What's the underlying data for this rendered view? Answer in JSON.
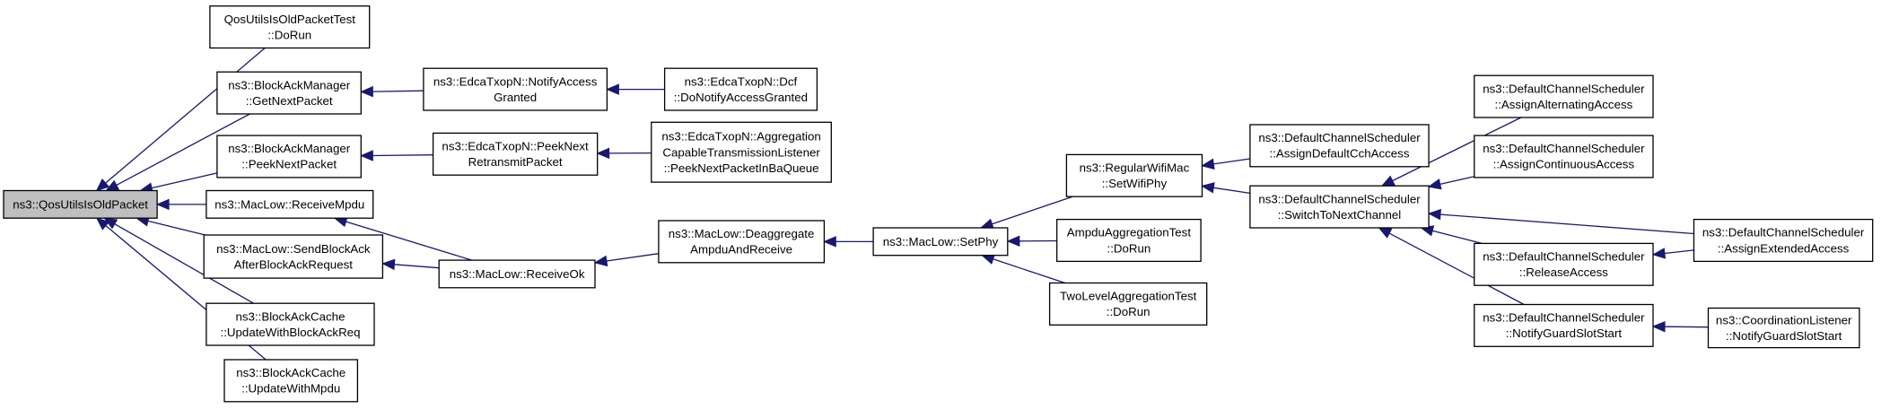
{
  "colors": {
    "edge": "#191970",
    "root_fill": "#bfbfbf",
    "node_fill": "#ffffff",
    "border": "#000000"
  },
  "nodes": [
    {
      "id": "root",
      "lines": [
        "ns3::QosUtilsIsOldPacket"
      ],
      "root": true
    },
    {
      "id": "qosold",
      "lines": [
        "QosUtilsIsOldPacketTest",
        "::DoRun"
      ]
    },
    {
      "id": "bam_getnext",
      "lines": [
        "ns3::BlockAckManager",
        "::GetNextPacket"
      ]
    },
    {
      "id": "bam_peeknext",
      "lines": [
        "ns3::BlockAckManager",
        "::PeekNextPacket"
      ]
    },
    {
      "id": "ml_recvmpdu",
      "lines": [
        "ns3::MacLow::ReceiveMpdu"
      ]
    },
    {
      "id": "ml_sendbar",
      "lines": [
        "ns3::MacLow::SendBlockAck",
        "AfterBlockAckRequest"
      ]
    },
    {
      "id": "bac_bar",
      "lines": [
        "ns3::BlockAckCache",
        "::UpdateWithBlockAckReq"
      ]
    },
    {
      "id": "bac_mpdu",
      "lines": [
        "ns3::BlockAckCache",
        "::UpdateWithMpdu"
      ]
    },
    {
      "id": "edca_notify",
      "lines": [
        "ns3::EdcaTxopN::NotifyAccess",
        "Granted"
      ]
    },
    {
      "id": "edca_peekretx",
      "lines": [
        "ns3::EdcaTxopN::PeekNext",
        "RetransmitPacket"
      ]
    },
    {
      "id": "ml_recvok",
      "lines": [
        "ns3::MacLow::ReceiveOk"
      ]
    },
    {
      "id": "edca_dcf",
      "lines": [
        "ns3::EdcaTxopN::Dcf",
        "::DoNotifyAccessGranted"
      ]
    },
    {
      "id": "edca_agg",
      "lines": [
        "ns3::EdcaTxopN::Aggregation",
        "CapableTransmissionListener",
        "::PeekNextPacketInBaQueue"
      ]
    },
    {
      "id": "ml_deagg",
      "lines": [
        "ns3::MacLow::Deaggregate",
        "AmpduAndReceive"
      ]
    },
    {
      "id": "ml_setphy",
      "lines": [
        "ns3::MacLow::SetPhy"
      ]
    },
    {
      "id": "rwm_setwifiphy",
      "lines": [
        "ns3::RegularWifiMac",
        "::SetWifiPhy"
      ]
    },
    {
      "id": "ampdu_test",
      "lines": [
        "AmpduAggregationTest",
        "::DoRun"
      ]
    },
    {
      "id": "twolevel_test",
      "lines": [
        "TwoLevelAggregationTest",
        "::DoRun"
      ]
    },
    {
      "id": "dcs_assigndefault",
      "lines": [
        "ns3::DefaultChannelScheduler",
        "::AssignDefaultCchAccess"
      ]
    },
    {
      "id": "dcs_switch",
      "lines": [
        "ns3::DefaultChannelScheduler",
        "::SwitchToNextChannel"
      ]
    },
    {
      "id": "dcs_alternating",
      "lines": [
        "ns3::DefaultChannelScheduler",
        "::AssignAlternatingAccess"
      ]
    },
    {
      "id": "dcs_continuous",
      "lines": [
        "ns3::DefaultChannelScheduler",
        "::AssignContinuousAccess"
      ]
    },
    {
      "id": "dcs_release",
      "lines": [
        "ns3::DefaultChannelScheduler",
        "::ReleaseAccess"
      ]
    },
    {
      "id": "dcs_guard",
      "lines": [
        "ns3::DefaultChannelScheduler",
        "::NotifyGuardSlotStart"
      ]
    },
    {
      "id": "dcs_extended",
      "lines": [
        "ns3::DefaultChannelScheduler",
        "::AssignExtendedAccess"
      ]
    },
    {
      "id": "cl_guard",
      "lines": [
        "ns3::CoordinationListener",
        "::NotifyGuardSlotStart"
      ]
    }
  ],
  "edges": [
    {
      "from": "qosold",
      "to": "root"
    },
    {
      "from": "bam_getnext",
      "to": "root"
    },
    {
      "from": "bam_peeknext",
      "to": "root"
    },
    {
      "from": "ml_recvmpdu",
      "to": "root"
    },
    {
      "from": "ml_sendbar",
      "to": "root"
    },
    {
      "from": "bac_bar",
      "to": "root"
    },
    {
      "from": "bac_mpdu",
      "to": "root"
    },
    {
      "from": "edca_notify",
      "to": "bam_getnext"
    },
    {
      "from": "edca_peekretx",
      "to": "bam_peeknext"
    },
    {
      "from": "ml_recvok",
      "to": "ml_recvmpdu"
    },
    {
      "from": "ml_recvok",
      "to": "ml_sendbar"
    },
    {
      "from": "edca_dcf",
      "to": "edca_notify"
    },
    {
      "from": "edca_agg",
      "to": "edca_peekretx"
    },
    {
      "from": "ml_deagg",
      "to": "ml_recvok"
    },
    {
      "from": "ml_setphy",
      "to": "ml_deagg"
    },
    {
      "from": "rwm_setwifiphy",
      "to": "ml_setphy"
    },
    {
      "from": "ampdu_test",
      "to": "ml_setphy"
    },
    {
      "from": "twolevel_test",
      "to": "ml_setphy"
    },
    {
      "from": "dcs_assigndefault",
      "to": "rwm_setwifiphy"
    },
    {
      "from": "dcs_switch",
      "to": "rwm_setwifiphy"
    },
    {
      "from": "dcs_alternating",
      "to": "dcs_switch"
    },
    {
      "from": "dcs_continuous",
      "to": "dcs_switch"
    },
    {
      "from": "dcs_extended",
      "to": "dcs_switch"
    },
    {
      "from": "dcs_release",
      "to": "dcs_switch"
    },
    {
      "from": "dcs_guard",
      "to": "dcs_switch"
    },
    {
      "from": "dcs_extended",
      "to": "dcs_release"
    },
    {
      "from": "cl_guard",
      "to": "dcs_guard"
    }
  ]
}
